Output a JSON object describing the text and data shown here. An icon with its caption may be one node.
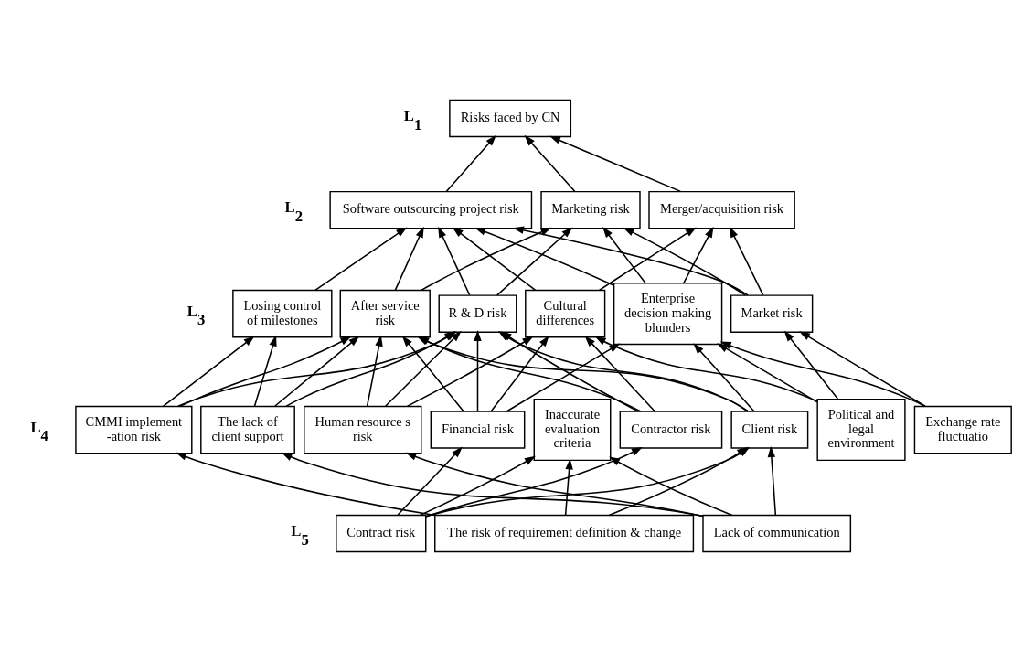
{
  "diagram": {
    "nodes": [
      {
        "text": [
          "Risks faced by CN"
        ]
      },
      {
        "text": [
          "Software outsourcing project risk"
        ]
      },
      {
        "text": [
          "Marketing risk"
        ]
      },
      {
        "text": [
          "Merger/acquisition risk"
        ]
      },
      {
        "text": [
          "Losing control of milestones"
        ]
      },
      {
        "text": [
          "After service risk"
        ]
      },
      {
        "text": [
          "R & D risk"
        ]
      },
      {
        "text": [
          "Cultural differences"
        ]
      },
      {
        "text": [
          "Enterprise decision making blunders"
        ]
      },
      {
        "text": [
          "Market risk"
        ]
      },
      {
        "text": [
          "CMMI implement -ation risk"
        ]
      },
      {
        "text": [
          "The lack of client support"
        ]
      },
      {
        "text": [
          "Human resource s risk"
        ]
      },
      {
        "text": [
          "Financial risk"
        ]
      },
      {
        "text": [
          "Inaccurate evaluation criteria"
        ]
      },
      {
        "text": [
          "Contractor risk"
        ]
      },
      {
        "text": [
          "Client risk"
        ]
      },
      {
        "text": [
          "Political and legal environment"
        ]
      },
      {
        "text": [
          "Exchange rate fluctuatio"
        ]
      },
      {
        "text": [
          "Contract risk"
        ]
      },
      {
        "text": [
          "The risk of requirement definition & change"
        ]
      },
      {
        "text": [
          "Lack of communication"
        ]
      }
    ],
    "edges": [
      {
        "from": 1,
        "to": 0,
        "arrow": "to"
      },
      {
        "from": 2,
        "to": 0,
        "arrow": "to"
      },
      {
        "from": 3,
        "to": 0,
        "arrow": "to"
      },
      {
        "from": 4,
        "to": 1,
        "arrow": "to"
      },
      {
        "from": 5,
        "to": 1,
        "arrow": "to"
      },
      {
        "from": 5,
        "to": 2,
        "arrow": "to"
      },
      {
        "from": 6,
        "to": 1,
        "arrow": "to"
      },
      {
        "from": 6,
        "to": 2,
        "arrow": "to"
      },
      {
        "from": 7,
        "to": 1,
        "arrow": "to"
      },
      {
        "from": 7,
        "to": 3,
        "arrow": "to"
      },
      {
        "from": 8,
        "to": 1,
        "arrow": "to"
      },
      {
        "from": 8,
        "to": 2,
        "arrow": "to"
      },
      {
        "from": 8,
        "to": 3,
        "arrow": "to"
      },
      {
        "from": 9,
        "to": 1,
        "arrow": "to"
      },
      {
        "from": 9,
        "to": 2,
        "arrow": "to"
      },
      {
        "from": 9,
        "to": 3,
        "arrow": "to"
      },
      {
        "from": 10,
        "to": 4,
        "arrow": "to"
      },
      {
        "from": 10,
        "to": 5,
        "arrow": "to"
      },
      {
        "from": 10,
        "to": 6,
        "arrow": "to"
      },
      {
        "from": 11,
        "to": 4,
        "arrow": "to"
      },
      {
        "from": 11,
        "to": 5,
        "arrow": "to"
      },
      {
        "from": 11,
        "to": 6,
        "arrow": "to"
      },
      {
        "from": 12,
        "to": 5,
        "arrow": "to"
      },
      {
        "from": 12,
        "to": 6,
        "arrow": "to"
      },
      {
        "from": 12,
        "to": 7,
        "arrow": "to"
      },
      {
        "from": 13,
        "to": 5,
        "arrow": "to"
      },
      {
        "from": 13,
        "to": 6,
        "arrow": "to"
      },
      {
        "from": 13,
        "to": 7,
        "arrow": "to"
      },
      {
        "from": 13,
        "to": 8,
        "arrow": "to"
      },
      {
        "from": 15,
        "to": 5,
        "arrow": "to"
      },
      {
        "from": 15,
        "to": 6,
        "arrow": "to"
      },
      {
        "from": 15,
        "to": 7,
        "arrow": "to"
      },
      {
        "from": 16,
        "to": 5,
        "arrow": "to"
      },
      {
        "from": 16,
        "to": 6,
        "arrow": "to"
      },
      {
        "from": 16,
        "to": 8,
        "arrow": "to"
      },
      {
        "from": 17,
        "to": 7,
        "arrow": "to"
      },
      {
        "from": 17,
        "to": 8,
        "arrow": "to"
      },
      {
        "from": 17,
        "to": 9,
        "arrow": "to"
      },
      {
        "from": 18,
        "to": 8,
        "arrow": "to"
      },
      {
        "from": 18,
        "to": 9,
        "arrow": "to"
      },
      {
        "from": 19,
        "to": 13,
        "arrow": "to"
      },
      {
        "from": 19,
        "to": 14,
        "arrow": "to"
      },
      {
        "from": 19,
        "to": 15,
        "arrow": "to"
      },
      {
        "from": 19,
        "to": 16,
        "arrow": "to"
      },
      {
        "from": 20,
        "to": 10,
        "arrow": "to"
      },
      {
        "from": 20,
        "to": 14,
        "arrow": "to"
      },
      {
        "from": 20,
        "to": 16,
        "arrow": "to"
      },
      {
        "from": 21,
        "to": 11,
        "arrow": "to"
      },
      {
        "from": 21,
        "to": 12,
        "arrow": "to"
      },
      {
        "from": 21,
        "to": 14,
        "arrow": "to"
      },
      {
        "from": 21,
        "to": 16,
        "arrow": "to"
      }
    ],
    "labels": [
      "L$_{1}$",
      "L$_{2}$",
      "L$_{3}$",
      "L$_{4}$",
      "L$_{5}$"
    ]
  }
}
